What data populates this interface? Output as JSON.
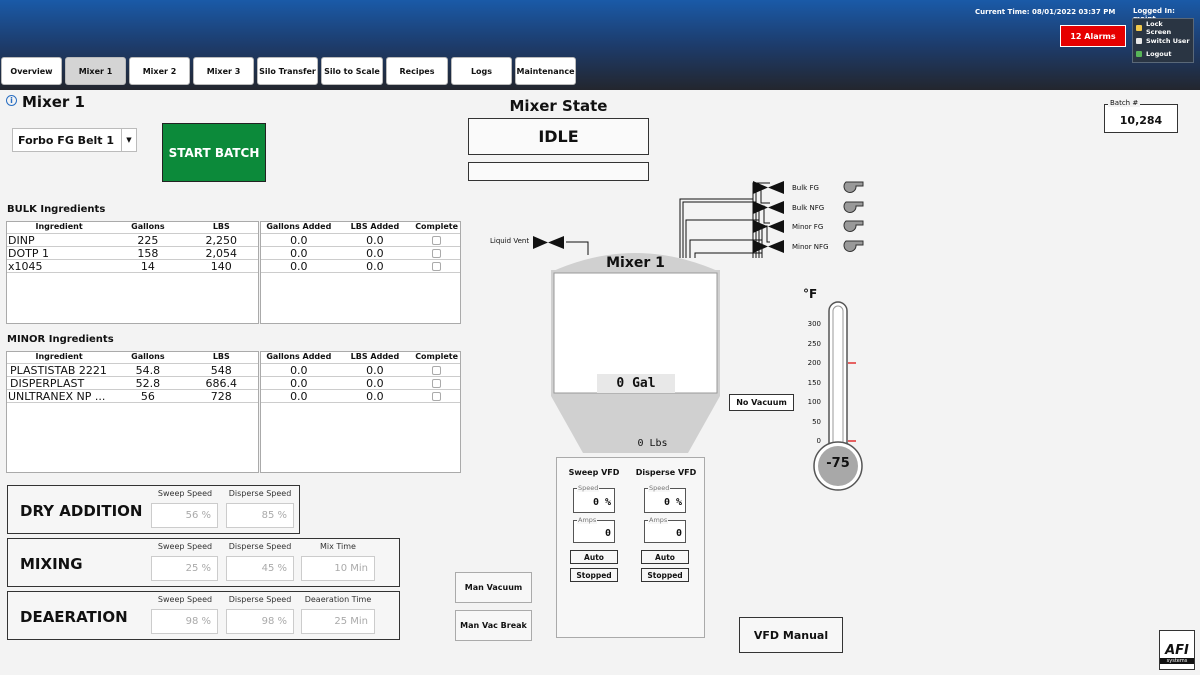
{
  "header": {
    "current_time": "Current Time: 08/01/2022 03:37 PM",
    "logged_in": "Logged In: maint",
    "alarms": "12 Alarms",
    "menu": [
      "Lock Screen",
      "Switch User",
      "Logout"
    ]
  },
  "tabs": [
    "Overview",
    "Mixer 1",
    "Mixer 2",
    "Mixer 3",
    "Silo Transfer",
    "Silo to Scale",
    "Recipes",
    "Logs",
    "Maintenance"
  ],
  "page": {
    "title": "Mixer 1",
    "recipe": "Forbo FG Belt 1",
    "start_batch": "START BATCH",
    "mixer_state_label": "Mixer State",
    "state": "IDLE",
    "batch_label": "Batch #",
    "batch": "10,284"
  },
  "bulk": {
    "title": "BULK Ingredients",
    "headers": [
      "Ingredient",
      "Gallons",
      "LBS"
    ],
    "added_headers": [
      "Gallons Added",
      "LBS Added",
      "Complete"
    ],
    "rows": [
      [
        "DINP",
        "225",
        "2,250",
        "0.0",
        "0.0"
      ],
      [
        "DOTP 1",
        "158",
        "2,054",
        "0.0",
        "0.0"
      ],
      [
        "x1045",
        "14",
        "140",
        "0.0",
        "0.0"
      ]
    ]
  },
  "minor": {
    "title": "MINOR Ingredients",
    "headers": [
      "Ingredient",
      "Gallons",
      "LBS"
    ],
    "added_headers": [
      "Gallons Added",
      "LBS Added",
      "Complete"
    ],
    "rows": [
      [
        "PLASTISTAB 2221",
        "54.8",
        "548",
        "0.0",
        "0.0"
      ],
      [
        "DISPERPLAST",
        "52.8",
        "686.4",
        "0.0",
        "0.0"
      ],
      [
        "UNLTRANEX NP ...",
        "56",
        "728",
        "0.0",
        "0.0"
      ]
    ]
  },
  "steps": {
    "dry": {
      "title": "DRY ADDITION",
      "labels": [
        "Sweep Speed",
        "Disperse Speed"
      ],
      "values": [
        "56 %",
        "85 %"
      ]
    },
    "mixing": {
      "title": "MIXING",
      "labels": [
        "Sweep Speed",
        "Disperse Speed",
        "Mix Time"
      ],
      "values": [
        "25 %",
        "45 %",
        "10 Min"
      ]
    },
    "deaeration": {
      "title": "DEAERATION",
      "labels": [
        "Sweep Speed",
        "Disperse Speed",
        "Deaeration Time"
      ],
      "values": [
        "98 %",
        "98 %",
        "25 Min"
      ]
    }
  },
  "mixer": {
    "name": "Mixer 1",
    "gal": "0 Gal",
    "lbs": "0 Lbs",
    "liquid_vent": "Liquid Vent",
    "no_vacuum": "No Vacuum",
    "valves": [
      "Bulk FG",
      "Bulk NFG",
      "Minor FG",
      "Minor NFG"
    ]
  },
  "vfd": {
    "sweep": {
      "title": "Sweep VFD",
      "speed_label": "Speed",
      "speed": "0 %",
      "amps_label": "Amps",
      "amps": "0",
      "mode": "Auto",
      "status": "Stopped"
    },
    "disperse": {
      "title": "Disperse VFD",
      "speed_label": "Speed",
      "speed": "0 %",
      "amps_label": "Amps",
      "amps": "0",
      "mode": "Auto",
      "status": "Stopped"
    }
  },
  "buttons": {
    "man_vacuum": "Man Vacuum",
    "man_vac_break": "Man Vac Break",
    "vfd_manual": "VFD Manual"
  },
  "thermo": {
    "unit": "°F",
    "ticks": [
      "300",
      "250",
      "200",
      "150",
      "100",
      "50",
      "0"
    ],
    "value": "-75"
  },
  "logo": {
    "text": "AFI",
    "sub": "systems"
  }
}
